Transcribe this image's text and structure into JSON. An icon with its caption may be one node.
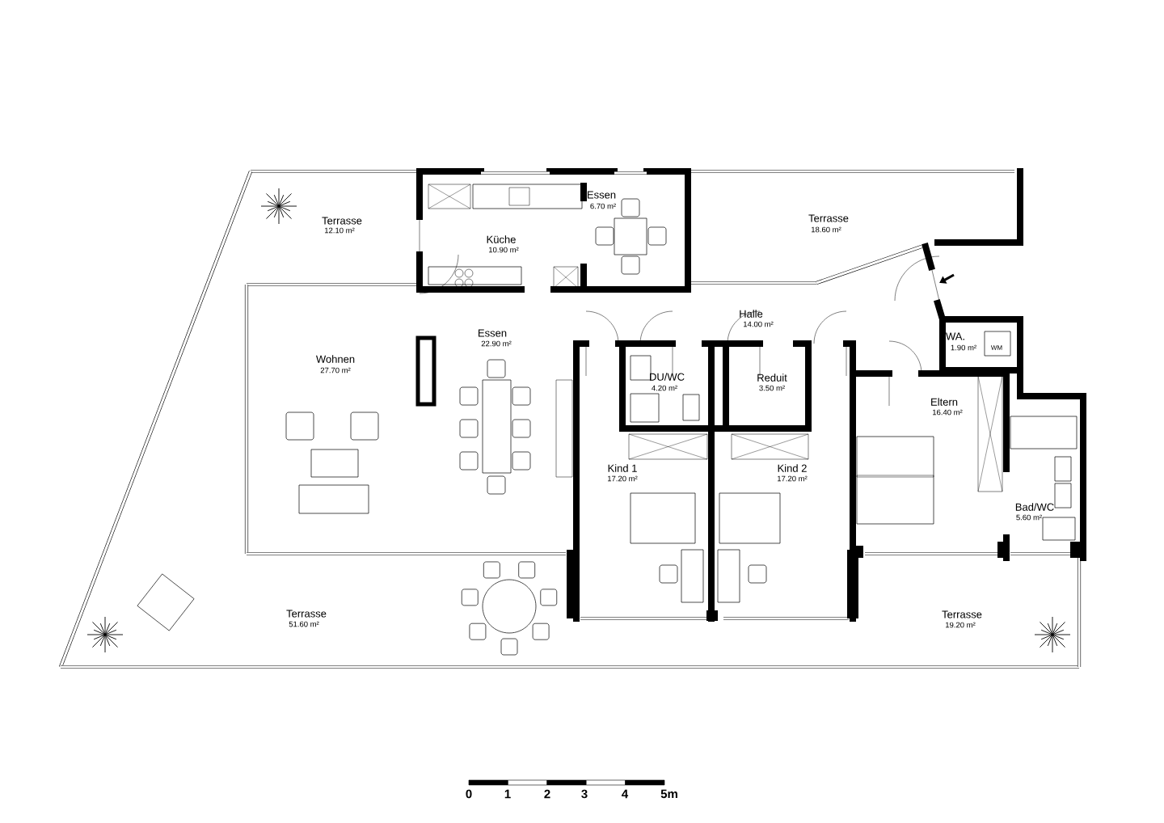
{
  "diagram": {
    "labels": [
      "Terrasse",
      "12.10 m²",
      "Essen",
      "6.70 m²",
      "Terrasse",
      "18.60 m²",
      "Küche",
      "10.90 m²",
      "Halle",
      "14.00 m²",
      "Essen",
      "22.90 m²",
      "Wohnen",
      "27.70 m²",
      "WA.",
      "1.90 m²",
      "WM",
      "DU/WC",
      "4.20 m²",
      "Reduit",
      "3.50 m²",
      "Eltern",
      "16.40 m²",
      "Kind 1",
      "17.20 m²",
      "Kind 2",
      "17.20 m²",
      "Bad/WC",
      "5.60 m²",
      "Terrasse",
      "51.60 m²",
      "Terrasse",
      "19.20 m²",
      "0",
      "1",
      "2",
      "3",
      "4",
      "5m"
    ]
  }
}
